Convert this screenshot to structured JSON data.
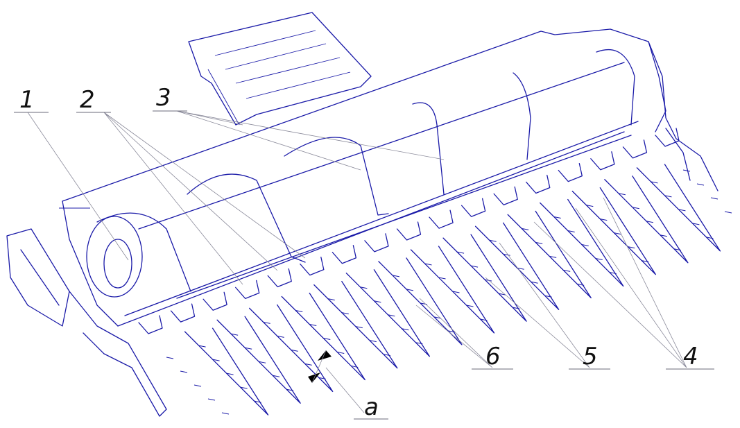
{
  "callouts": {
    "c1": "1",
    "c2": "2",
    "c3": "3",
    "c4": "4",
    "c5": "5",
    "c6": "6",
    "ca": "a"
  },
  "colors": {
    "line": "#1a1aa8",
    "leader": "#8a8a9a",
    "text": "#111111"
  }
}
